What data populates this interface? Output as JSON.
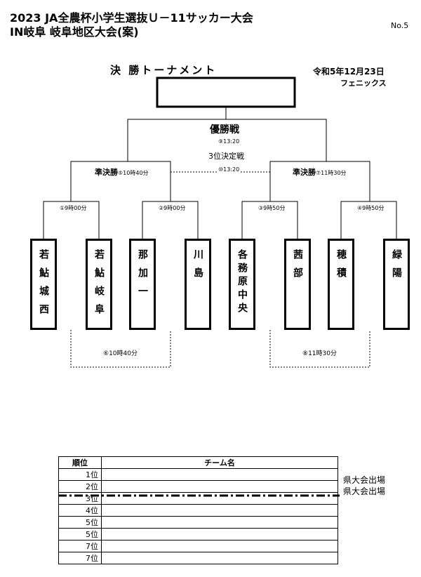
{
  "header": {
    "title_line1": "2023 JA全農杯小学生選抜Ｕ－11サッカー大会",
    "title_line2": "IN岐阜 岐阜地区大会(案)",
    "page_no": "No.5"
  },
  "tournament": {
    "heading": "決 勝トーナメント",
    "date": "令和5年12月23日",
    "venue": "フェニックス",
    "final_label": "優勝戦",
    "final_time": "⑨13:20",
    "third_place_label": "3位決定戦",
    "third_place_time": "⑩13:20",
    "semi_left_label": "準決勝",
    "semi_left_time": "⑤10時40分",
    "semi_right_label": "準決勝",
    "semi_right_time": "⑦11時30分",
    "qf_times": [
      "①9時00分",
      "②9時00分",
      "③9時50分",
      "④9時50分"
    ],
    "consolation_left": "⑥10時40分",
    "consolation_right": "⑧11時30分",
    "teams": [
      "若鮎城西",
      "若鮎岐阜",
      "那加一",
      "川島",
      "各務原中央",
      "茜部",
      "穂積",
      "緑陽"
    ]
  },
  "ranking": {
    "col_rank": "順位",
    "col_team": "チーム名",
    "rows": [
      {
        "pos": "1位",
        "team": ""
      },
      {
        "pos": "2位",
        "team": ""
      },
      {
        "pos": "3位",
        "team": ""
      },
      {
        "pos": "4位",
        "team": ""
      },
      {
        "pos": "5位",
        "team": ""
      },
      {
        "pos": "5位",
        "team": ""
      },
      {
        "pos": "7位",
        "team": ""
      },
      {
        "pos": "7位",
        "team": ""
      }
    ],
    "note1": "県大会出場",
    "note2": "県大会出場"
  }
}
